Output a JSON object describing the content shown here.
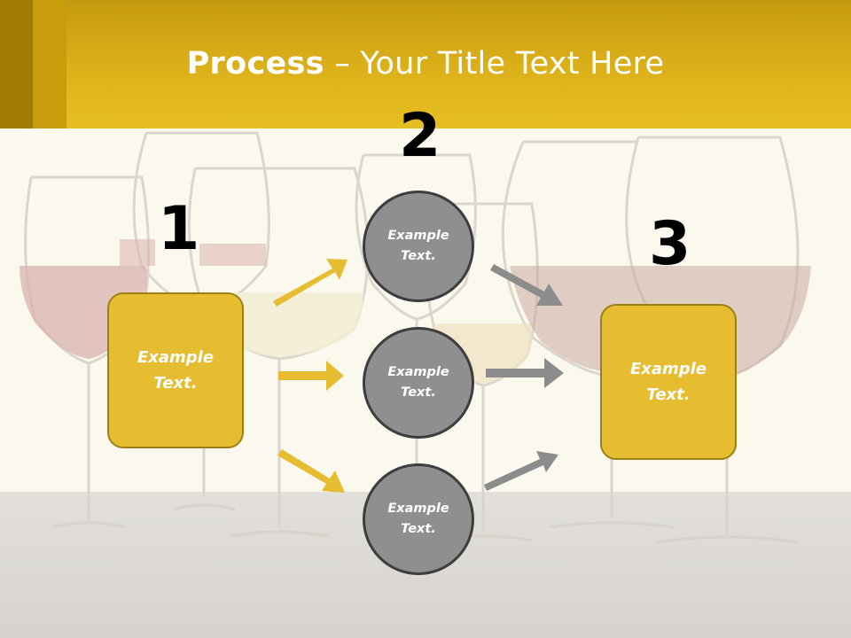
{
  "slide": {
    "title_bold": "Process",
    "title_rest": " – Your Title Text Here"
  },
  "diagram": {
    "step_numbers": [
      "1",
      "2",
      "3"
    ],
    "box_left": "Example Text.",
    "box_right": "Example Text.",
    "circles": [
      "Example Text.",
      "Example Text.",
      "Example Text."
    ]
  },
  "colors": {
    "header": "#dcb11a",
    "box_fill": "#e6bd30",
    "circle_fill": "#8f8f8f",
    "arrow_yellow": "#e6bd30",
    "arrow_gray": "#8c8c8c"
  }
}
